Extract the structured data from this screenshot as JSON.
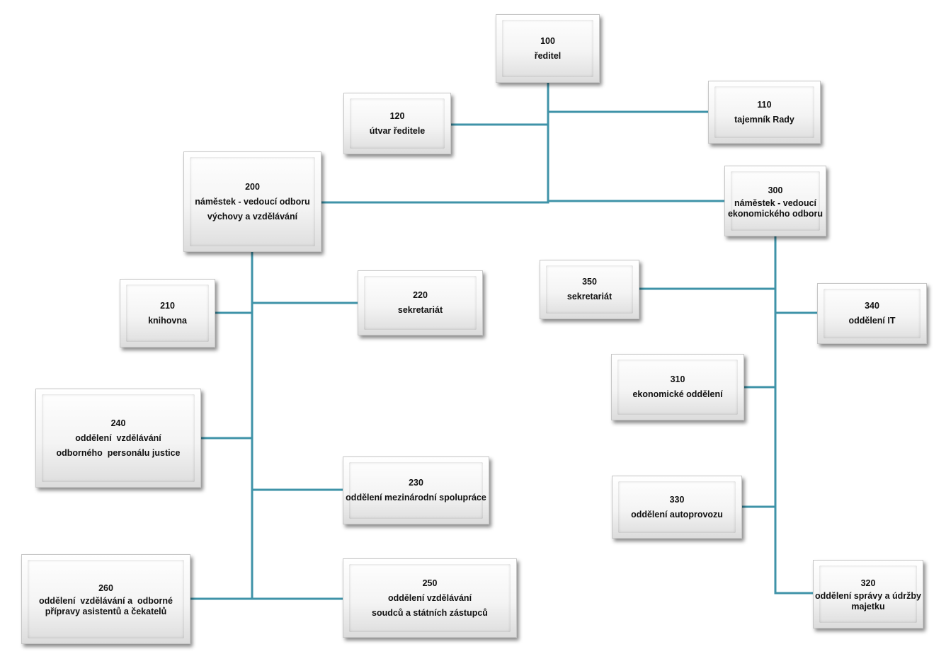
{
  "units": [
    {
      "id": "u100",
      "code": "100",
      "lines": [
        "ředitel"
      ]
    },
    {
      "id": "u110",
      "code": "110",
      "lines": [
        "tajemník Rady"
      ]
    },
    {
      "id": "u120",
      "code": "120",
      "lines": [
        "útvar ředitele"
      ]
    },
    {
      "id": "u200",
      "code": "200",
      "lines": [
        "náměstek - vedoucí odboru",
        "výchovy a vzdělávání"
      ]
    },
    {
      "id": "u300",
      "code": "300",
      "lines": [
        "náměstek - vedoucí",
        "ekonomického odboru"
      ]
    },
    {
      "id": "u210",
      "code": "210",
      "lines": [
        "knihovna"
      ]
    },
    {
      "id": "u220",
      "code": "220",
      "lines": [
        "sekretariát"
      ]
    },
    {
      "id": "u240",
      "code": "240",
      "lines": [
        "oddělení  vzdělávání",
        "odborného  personálu justice"
      ]
    },
    {
      "id": "u230",
      "code": "230",
      "lines": [
        "oddělení mezinárodní spolupráce"
      ]
    },
    {
      "id": "u260",
      "code": "260",
      "lines": [
        "oddělení  vzdělávání a  odborné",
        "přípravy asistentů a čekatelů"
      ]
    },
    {
      "id": "u250",
      "code": "250",
      "lines": [
        "oddělení vzdělávání",
        "soudců a státních zástupců"
      ]
    },
    {
      "id": "u350",
      "code": "350",
      "lines": [
        "sekretariát"
      ]
    },
    {
      "id": "u340",
      "code": "340",
      "lines": [
        "oddělení IT"
      ]
    },
    {
      "id": "u310",
      "code": "310",
      "lines": [
        "ekonomické oddělení"
      ]
    },
    {
      "id": "u330",
      "code": "330",
      "lines": [
        "oddělení autoprovozu"
      ]
    },
    {
      "id": "u320",
      "code": "320",
      "lines": [
        "oddělení správy a údržby",
        "majetku"
      ]
    }
  ]
}
